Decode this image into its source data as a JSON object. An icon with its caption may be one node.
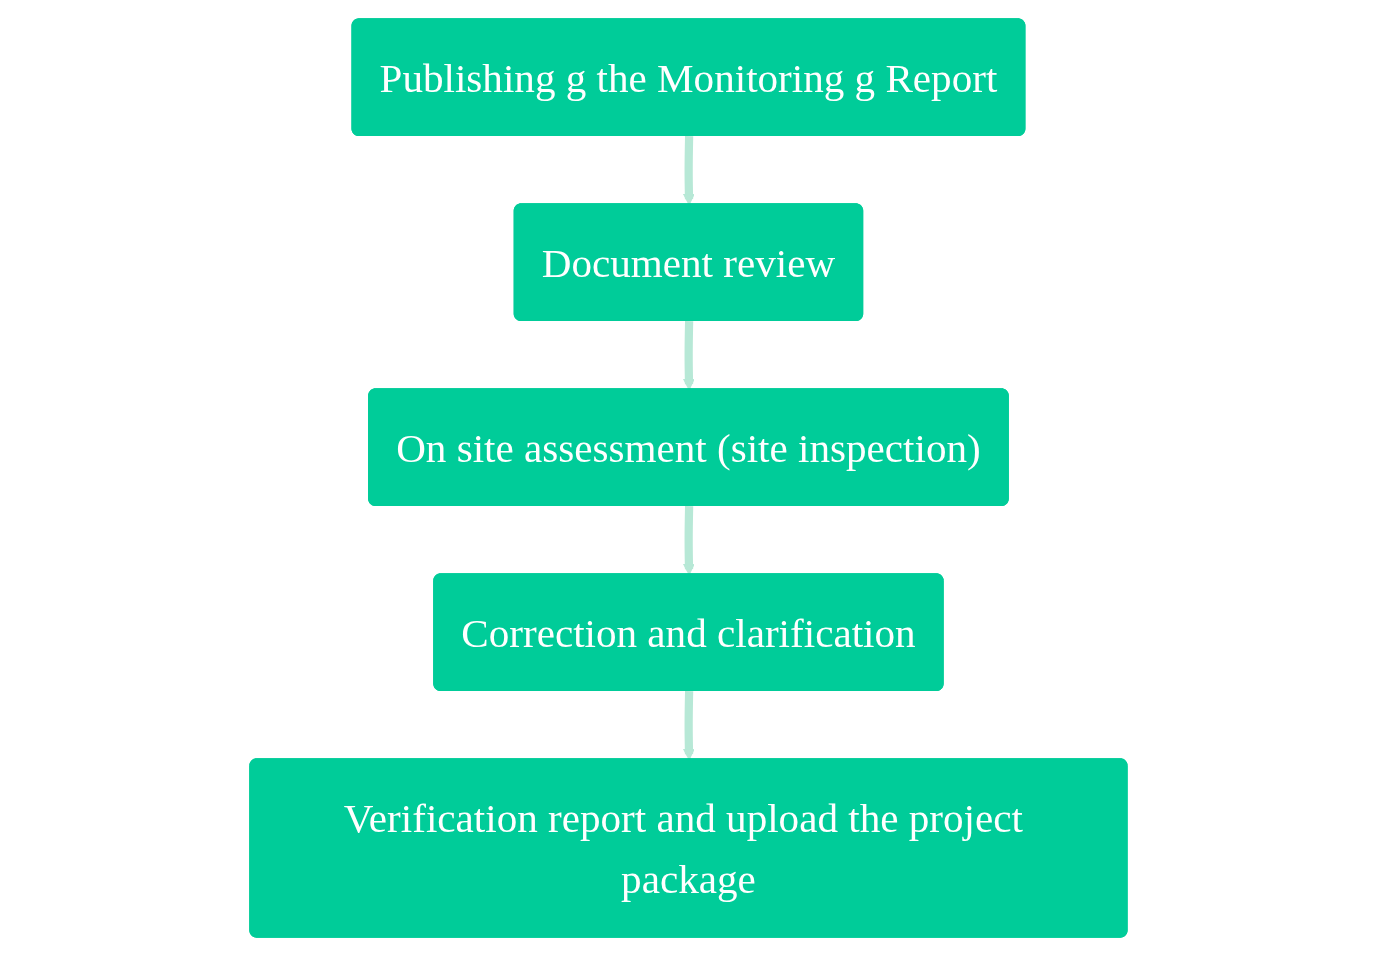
{
  "diagram": {
    "nodes": [
      {
        "text": [
          "Publishing g the Monitoring g Report"
        ]
      },
      {
        "text": [
          "Document review"
        ]
      },
      {
        "text": [
          "On site assessment (site inspection)"
        ]
      },
      {
        "text": [
          "Correction and clarification"
        ]
      },
      {
        "text": [
          "Verification report and upload the project package"
        ]
      }
    ],
    "edges": [
      {
        "from": 0,
        "to": 1,
        "arrow": "to"
      },
      {
        "from": 1,
        "to": 2,
        "arrow": "to"
      },
      {
        "from": 2,
        "to": 3,
        "arrow": "to"
      },
      {
        "from": 3,
        "to": 4,
        "arrow": "to"
      }
    ]
  }
}
